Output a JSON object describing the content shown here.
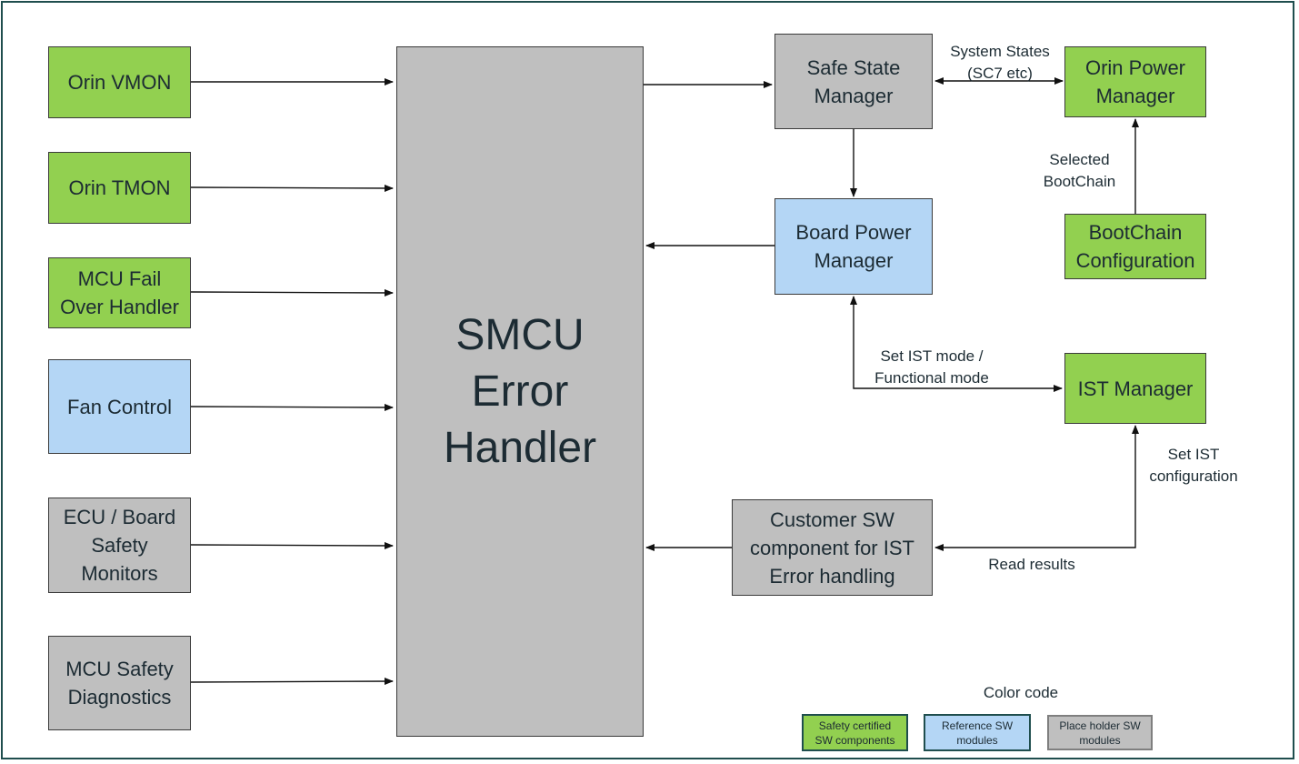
{
  "blocks": {
    "orin_vmon": "Orin VMON",
    "orin_tmon": "Orin TMON",
    "mcu_failover": "MCU Fail\nOver Handler",
    "fan_control": "Fan Control",
    "ecu_board": "ECU / Board\nSafety\nMonitors",
    "mcu_safety": "MCU Safety\nDiagnostics",
    "smcu": "SMCU\nError\nHandler",
    "safe_state": "Safe State\nManager",
    "board_power": "Board Power\nManager",
    "customer_sw": "Customer SW\ncomponent for IST\nError handling",
    "orin_power": "Orin Power\nManager",
    "bootchain": "BootChain\nConfiguration",
    "ist_manager": "IST Manager"
  },
  "labels": {
    "system_states": "System States\n(SC7 etc)",
    "selected_bootchain": "Selected\nBootChain",
    "set_ist_mode": "Set IST mode /\nFunctional mode",
    "set_ist_config": "Set IST\nconfiguration",
    "read_results": "Read results"
  },
  "legend": {
    "title": "Color code",
    "safety": "Safety certified\nSW components",
    "reference": "Reference SW\nmodules",
    "placeholder": "Place holder SW\nmodules"
  },
  "colors": {
    "safety_certified": "#92d050",
    "reference": "#b4d6f5",
    "placeholder": "#bfbfbf"
  }
}
